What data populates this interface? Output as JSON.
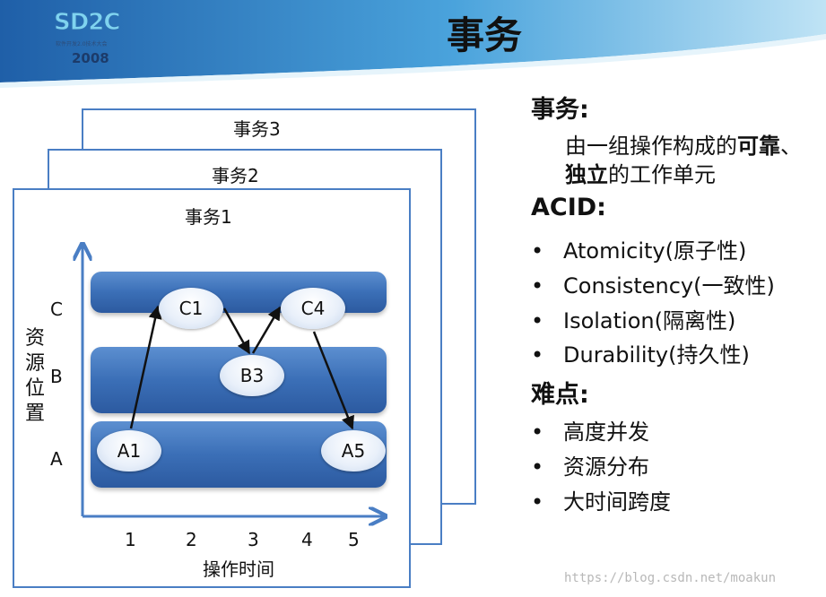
{
  "slide": {
    "title": "事务"
  },
  "logo": {
    "mark": "SD2C",
    "subtitle": "软件开发2.0技术大会",
    "year": "2008"
  },
  "diagram": {
    "cards": [
      {
        "label": "事务3"
      },
      {
        "label": "事务2"
      },
      {
        "label": "事务1"
      }
    ],
    "y_axis_label": "资源位置",
    "y_categories": [
      "C",
      "B",
      "A"
    ],
    "x_axis_label": "操作时间",
    "x_ticks": [
      "1",
      "2",
      "3",
      "4",
      "5"
    ],
    "nodes": [
      {
        "id": "A1",
        "row": "A",
        "time": 1
      },
      {
        "id": "C1",
        "row": "C",
        "time": 2
      },
      {
        "id": "B3",
        "row": "B",
        "time": 3
      },
      {
        "id": "C4",
        "row": "C",
        "time": 4
      },
      {
        "id": "A5",
        "row": "A",
        "time": 5
      }
    ],
    "edges": [
      [
        "A1",
        "C1"
      ],
      [
        "C1",
        "B3"
      ],
      [
        "B3",
        "C4"
      ],
      [
        "C4",
        "A5"
      ]
    ],
    "colors": {
      "band": "#3b6fb7",
      "card_border": "#4a7ec4",
      "axis": "#4a7ec4"
    }
  },
  "right_panel": {
    "definition_heading": "事务:",
    "definition_line1_pre": "由一组操作构成的",
    "definition_line1_bold": "可靠",
    "definition_line1_post": "、",
    "definition_line2_bold": "独立",
    "definition_line2_post": "的工作单元",
    "acid_heading": "ACID:",
    "acid_items": [
      "Atomicity(原子性)",
      "Consistency(一致性)",
      "Isolation(隔离性)",
      "Durability(持久性)"
    ],
    "difficulty_heading": "难点:",
    "difficulty_items": [
      "高度并发",
      "资源分布",
      "大时间跨度"
    ],
    "bullet": "•"
  },
  "watermark": "https://blog.csdn.net/moakun"
}
